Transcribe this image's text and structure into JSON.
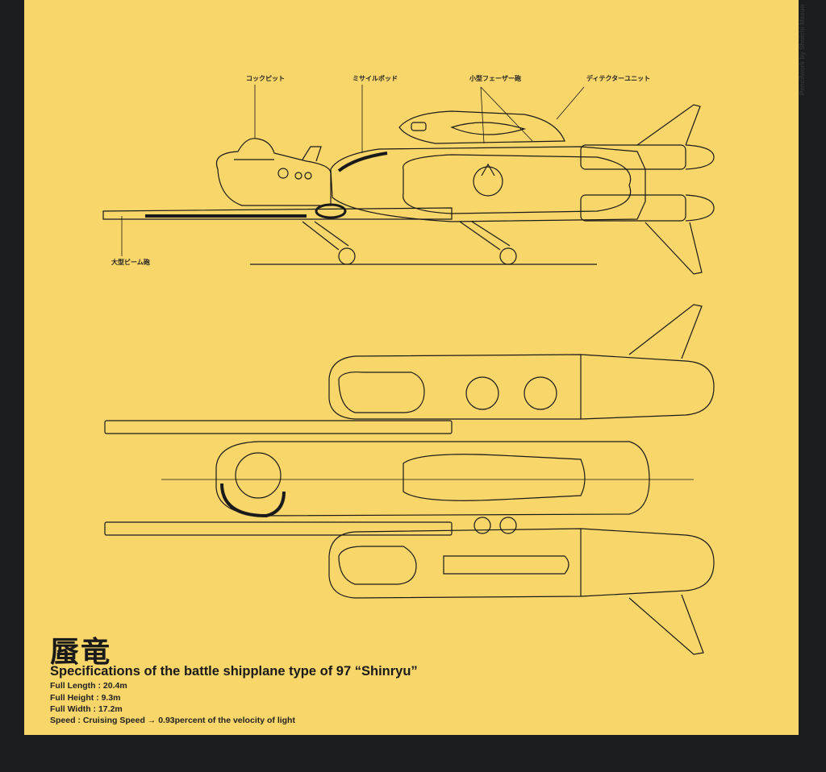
{
  "credit": "Pencilwork by Shoichi Masuo",
  "callouts": {
    "cockpit": "コックピット",
    "missile_pod": "ミサイルポッド",
    "small_phaser": "小型フェーザー砲",
    "detector_unit": "ディテクターユニット",
    "large_beam_cannon": "大型ビーム砲"
  },
  "title_jp": "蜃竜",
  "title_en": "Specifications of the battle shipplane type of 97 “Shinryu”",
  "specs": [
    "Full Length : 20.4m",
    "Full Height : 9.3m",
    "Full Width : 17.2m",
    "Speed : Cruising Speed → 0.93percent of the velocity of light"
  ],
  "colors": {
    "paper": "#f8d66a",
    "border": "#1c1d21",
    "ink": "#1a1a1a"
  }
}
